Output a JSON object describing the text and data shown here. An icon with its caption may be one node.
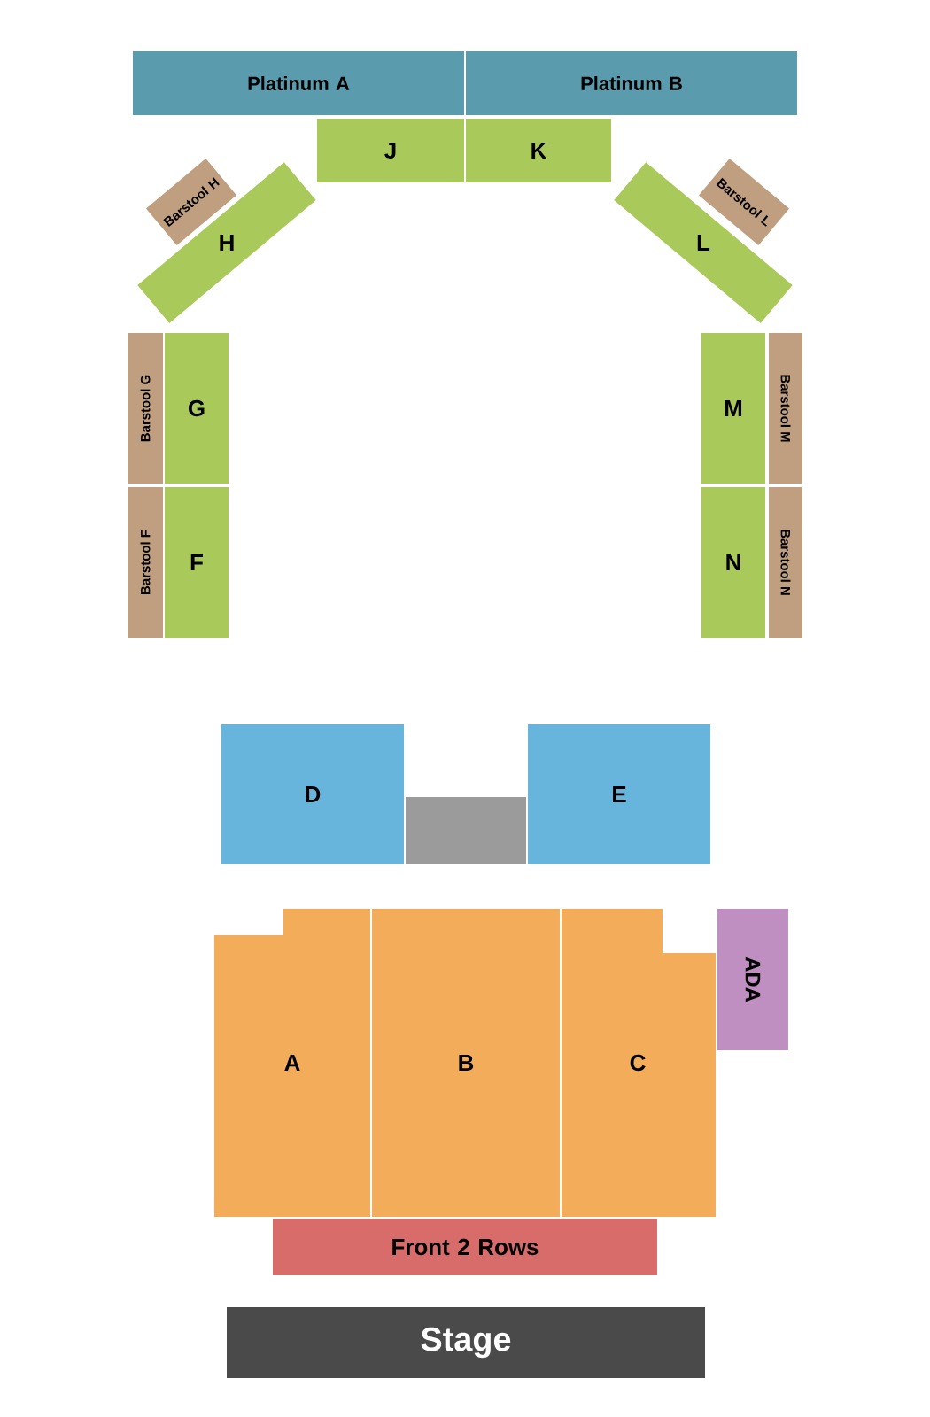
{
  "diagram": {
    "nodes": [
      {
        "text": [
          "Platinum A"
        ]
      },
      {
        "text": [
          "Platinum B"
        ]
      },
      {
        "text": [
          "J"
        ]
      },
      {
        "text": [
          "K"
        ]
      },
      {
        "text": [
          "Barstool H"
        ]
      },
      {
        "text": [
          "H"
        ]
      },
      {
        "text": [
          "Barstool L"
        ]
      },
      {
        "text": [
          "L"
        ]
      },
      {
        "text": [
          "Barstool G"
        ]
      },
      {
        "text": [
          "G"
        ]
      },
      {
        "text": [
          "M"
        ]
      },
      {
        "text": [
          "Barstool M"
        ]
      },
      {
        "text": [
          "Barstool F"
        ]
      },
      {
        "text": [
          "F"
        ]
      },
      {
        "text": [
          "N"
        ]
      },
      {
        "text": [
          "Barstool N"
        ]
      },
      {
        "text": [
          "D"
        ]
      },
      {
        "text": [],
        "shape": "box"
      },
      {
        "text": [
          "E"
        ]
      },
      {
        "text": [
          "A"
        ]
      },
      {
        "text": [
          "B"
        ]
      },
      {
        "text": [
          "C"
        ]
      },
      {
        "text": [
          "ADA"
        ]
      },
      {
        "text": [
          "Front 2 Rows"
        ]
      },
      {
        "text": [
          "Stage"
        ]
      }
    ]
  }
}
